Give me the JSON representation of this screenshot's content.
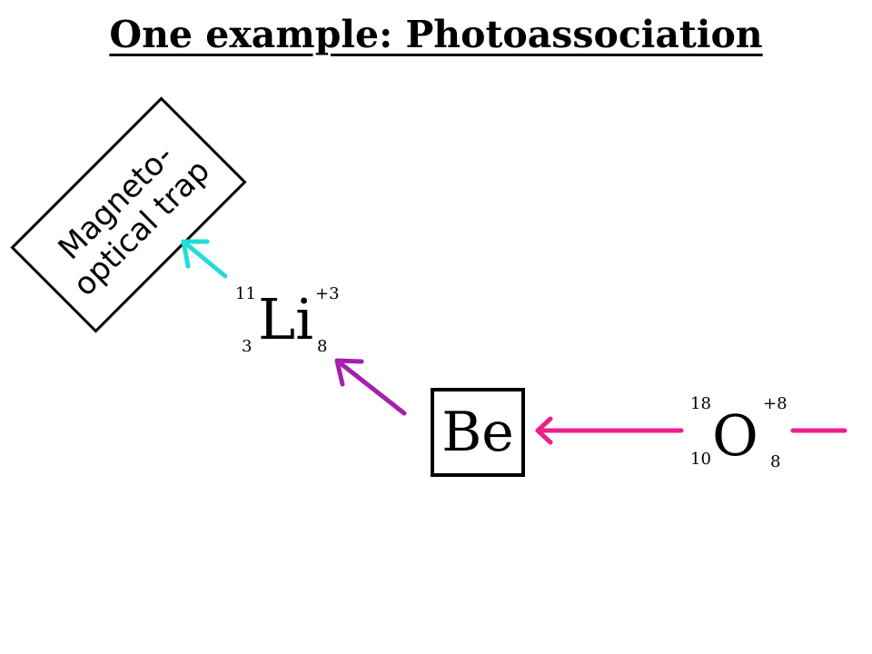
{
  "title": "One example: Photoassociation",
  "trap": {
    "line1": "Magneto-",
    "line2": "optical trap"
  },
  "nuclei": {
    "li": {
      "symbol": "Li",
      "mass_number": "11",
      "atomic_number": "3",
      "charge": "+3",
      "neutrons": "8"
    },
    "be": {
      "symbol": "Be"
    },
    "o": {
      "symbol": "O",
      "mass_number": "18",
      "atomic_number": "10",
      "charge": "+8",
      "neutrons": "8"
    }
  },
  "colors": {
    "cyan_arrow": "#22dcd8",
    "purple_arrow": "#a61fae",
    "magenta_arrow": "#ec1f8c"
  }
}
